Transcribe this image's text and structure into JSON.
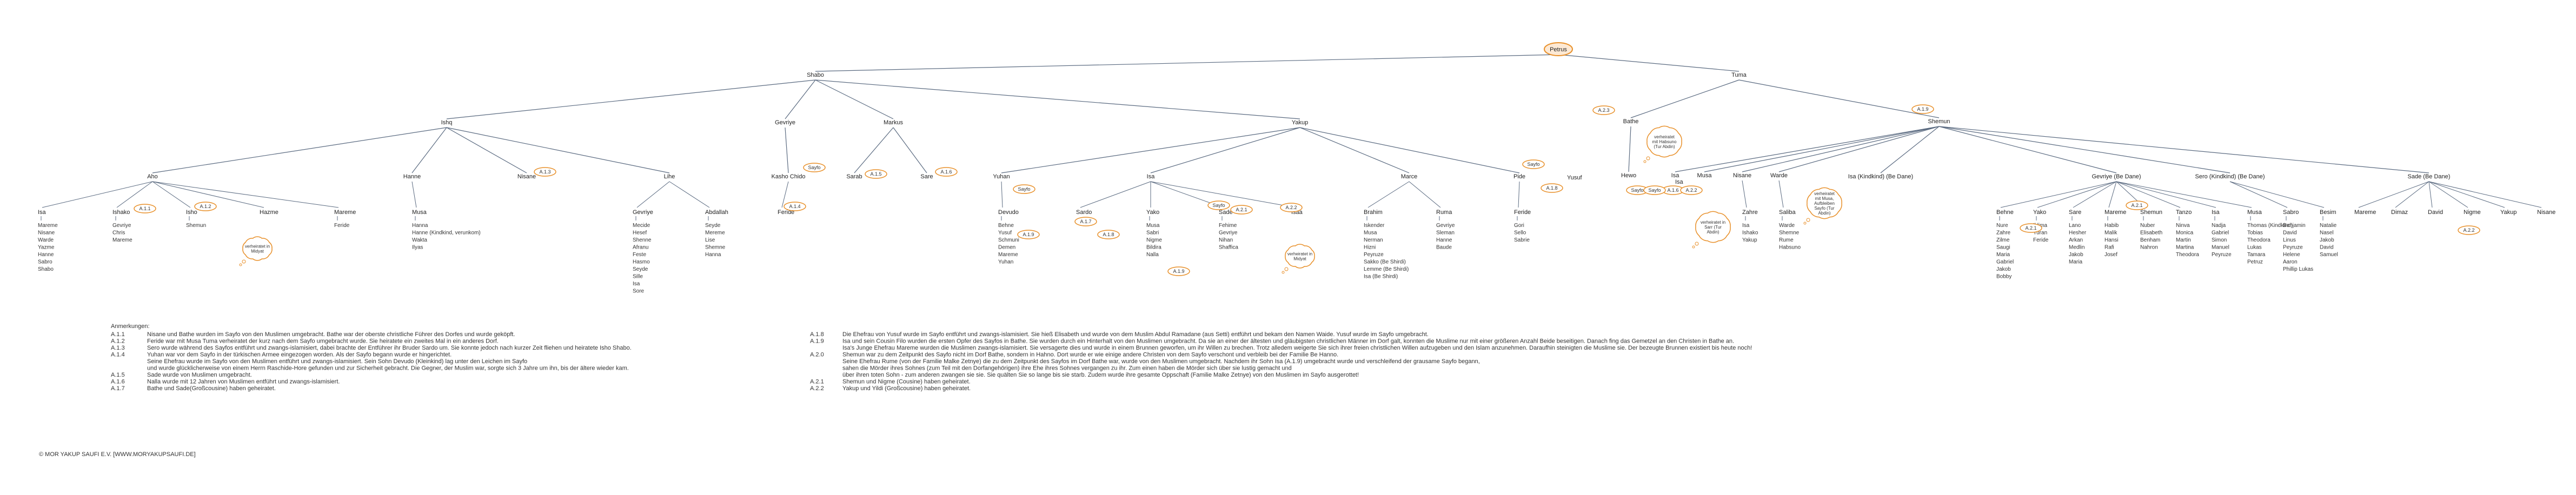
{
  "root": "Petrus",
  "nodes": [
    {
      "id": "petrus",
      "label": "Petrus",
      "oval": true
    },
    {
      "id": "shabo",
      "label": "Shabo"
    },
    {
      "id": "tuma",
      "label": "Tuma"
    },
    {
      "id": "ishq",
      "label": "Ishq"
    },
    {
      "id": "gevriye",
      "label": "Gevriye"
    },
    {
      "id": "markus",
      "label": "Markus"
    },
    {
      "id": "yakup",
      "label": "Yakup"
    },
    {
      "id": "aho",
      "label": "Aho"
    },
    {
      "id": "hanne",
      "label": "Hanne"
    },
    {
      "id": "nisane",
      "label": "Nisane"
    },
    {
      "id": "lihe",
      "label": "Lihe"
    },
    {
      "id": "kasho",
      "label": "Kasho Chido"
    },
    {
      "id": "sarab",
      "label": "Sarab"
    },
    {
      "id": "sare",
      "label": "Sare"
    },
    {
      "id": "yuhan",
      "label": "Yuhan"
    },
    {
      "id": "isa_y",
      "label": "Isa"
    },
    {
      "id": "marce",
      "label": "Marce"
    },
    {
      "id": "pide",
      "label": "Pide"
    },
    {
      "id": "bathe",
      "label": "Bathe"
    },
    {
      "id": "shemun",
      "label": "Shemun"
    },
    {
      "id": "hewo",
      "label": "Hewo"
    },
    {
      "id": "isa_b",
      "label": "Isa"
    },
    {
      "id": "musa_b",
      "label": "Musa"
    },
    {
      "id": "nisane_b",
      "label": "Nisane"
    },
    {
      "id": "wardo",
      "label": "Warde"
    },
    {
      "id": "isa_s",
      "label": "Isa (Kindkind) (Be Dane)"
    },
    {
      "id": "gevriye_s",
      "label": "Gevriye (Be Dane)"
    },
    {
      "id": "sero_s",
      "label": "Sero (Kindkind) (Be Dane)"
    },
    {
      "id": "sade_s",
      "label": "Sade (Be Dane)"
    }
  ],
  "edges": [
    [
      "petrus",
      "shabo"
    ],
    [
      "petrus",
      "tuma"
    ],
    [
      "shabo",
      "ishq"
    ],
    [
      "shabo",
      "gevriye"
    ],
    [
      "shabo",
      "markus"
    ],
    [
      "shabo",
      "yakup"
    ],
    [
      "ishq",
      "aho"
    ],
    [
      "ishq",
      "hanne"
    ],
    [
      "ishq",
      "nisane"
    ],
    [
      "ishq",
      "lihe"
    ],
    [
      "gevriye",
      "kasho"
    ],
    [
      "markus",
      "sarab"
    ],
    [
      "markus",
      "sare"
    ],
    [
      "yakup",
      "yuhan"
    ],
    [
      "yakup",
      "isa_y"
    ],
    [
      "yakup",
      "marce"
    ],
    [
      "yakup",
      "pide"
    ],
    [
      "tuma",
      "bathe"
    ],
    [
      "tuma",
      "shemun"
    ],
    [
      "bathe",
      "hewo"
    ],
    [
      "shemun",
      "isa_b"
    ],
    [
      "shemun",
      "musa_b"
    ],
    [
      "shemun",
      "nisane_b"
    ],
    [
      "shemun",
      "wardo"
    ],
    [
      "shemun",
      "isa_s"
    ],
    [
      "shemun",
      "gevriye_s"
    ],
    [
      "shemun",
      "sero_s"
    ],
    [
      "shemun",
      "sade_s"
    ]
  ],
  "leaf_groups": [
    {
      "id": "g_aho_isa",
      "label": "Isa",
      "items": [
        "Mareme",
        "Nisane",
        "Warde",
        "Yazme",
        "Hanne",
        "Sabro",
        "Shabo"
      ]
    },
    {
      "id": "g_aho_ishako",
      "label": "Ishako",
      "items": [
        "Gevriye",
        "Chris",
        "Mareme"
      ]
    },
    {
      "id": "g_aho_isho",
      "label": "Isho",
      "items": [
        "Shemun"
      ]
    },
    {
      "id": "g_aho_hazme",
      "label": "Hazme",
      "items": []
    },
    {
      "id": "g_aho_mareme",
      "label": "Mareme",
      "items": [
        "Feride"
      ]
    },
    {
      "id": "g_hanne_musa",
      "label": "Musa",
      "items": [
        "Hanna",
        "Hanne (Kindkind, verunkom)",
        "Wakta",
        "Ilyas"
      ]
    },
    {
      "id": "g_lihe_gevriye",
      "label": "Gevriye",
      "items": [
        "Mecide",
        "Hesef",
        "Shenne",
        "Afranu",
        "Feste",
        "Hasmo",
        "Seyde",
        "Sille",
        "Isa",
        "Sore"
      ]
    },
    {
      "id": "g_lihe_abdallah",
      "label": "Abdallah",
      "items": [
        "Seyde",
        "Mereme",
        "Lise",
        "Shemne",
        "Hanna"
      ]
    },
    {
      "id": "g_kasho_feride",
      "label": "Feride",
      "items": []
    },
    {
      "id": "g_yuhan_devudo",
      "label": "Devudo",
      "items": [
        "Behne",
        "Yusuf",
        "Schmuni",
        "Demen",
        "Mareme",
        "Yuhan"
      ]
    },
    {
      "id": "g_isa_sardo",
      "label": "Sardo",
      "items": []
    },
    {
      "id": "g_isa_yako",
      "label": "Yako",
      "items": [
        "Musa",
        "Sabri",
        "Nigme",
        "Bildira",
        "Nalla"
      ]
    },
    {
      "id": "g_isa_sade",
      "label": "Sade",
      "items": [
        "Fehime",
        "Gevriye",
        "Nihan",
        "Shaffica"
      ]
    },
    {
      "id": "g_isa_isaa",
      "label": "Isaa",
      "items": []
    },
    {
      "id": "g_marce_brahim",
      "label": "Brahim",
      "items": [
        "Iskender",
        "Musa",
        "Nerman",
        "Hizni",
        "Peyruze",
        "Sakko (Be Shirdi)",
        "Lemme (Be Shirdi)",
        "Isa (Be Shirdi)"
      ]
    },
    {
      "id": "g_marce_ruma",
      "label": "Ruma",
      "items": [
        "Gevriye",
        "Sleman",
        "Hanne",
        "Baude"
      ]
    },
    {
      "id": "g_pide_feride",
      "label": "Feride",
      "items": [
        "Gori",
        "Sello",
        "Sabrie"
      ]
    },
    {
      "id": "g_bathe_yusuf",
      "label": "Yusuf",
      "items": []
    },
    {
      "id": "g_isa_b",
      "label": "Isa",
      "items": []
    },
    {
      "id": "g_nisane_b",
      "label": "Zahre",
      "items": [
        "Isa",
        "Ishako",
        "Yakup"
      ]
    },
    {
      "id": "g_wardo",
      "label": "Saliba",
      "items": [
        "Warde",
        "Shemne",
        "Rume",
        "Habsuno"
      ]
    },
    {
      "id": "g_gs_behne",
      "label": "Behne",
      "items": [
        "Nure",
        "Zahre",
        "Zilme",
        "Saugi",
        "Maria",
        "Gabriel",
        "Jakob",
        "Bobby"
      ]
    },
    {
      "id": "g_gs_yako",
      "label": "Yako",
      "items": [
        "Iklima",
        "Yuran",
        "Feride"
      ]
    },
    {
      "id": "g_gs_sare",
      "label": "Sare",
      "items": [
        "Lano",
        "Hesher",
        "Arkan",
        "Medlin",
        "Jakob",
        "Maria"
      ]
    },
    {
      "id": "g_gs_mareme",
      "label": "Mareme",
      "items": [
        "Habib",
        "Malik",
        "Hansi",
        "Rafi",
        "Josef"
      ]
    },
    {
      "id": "g_gs_shemun",
      "label": "Shemun",
      "items": [
        "Nuber",
        "Elisabeth",
        "Benham",
        "Nahron"
      ]
    },
    {
      "id": "g_gs_tanzo",
      "label": "Tanzo",
      "items": [
        "Ninva",
        "Monica",
        "Martin",
        "Martina",
        "Theodora"
      ]
    },
    {
      "id": "g_gs_isa",
      "label": "Isa",
      "items": [
        "Nadja",
        "Gabriel",
        "Simon",
        "Manuel",
        "Peyruze"
      ]
    },
    {
      "id": "g_gs_musa",
      "label": "Musa",
      "items": [
        "Thomas (Kindkind)",
        "Tobias",
        "Theodora",
        "Lukas",
        "Tamara",
        "Petruz"
      ]
    },
    {
      "id": "g_gs_sabro",
      "label": "Sabro",
      "items": [
        "Benjamin",
        "David",
        "Linus",
        "Peyruze",
        "Helene",
        "Aaron",
        "Phillip Lukas"
      ]
    },
    {
      "id": "g_gs_besim",
      "label": "Besim",
      "items": [
        "Natalie",
        "Nasel",
        "Jakob",
        "David",
        "Samuel"
      ]
    },
    {
      "id": "g_sade_mareme",
      "label": "Mareme",
      "items": []
    },
    {
      "id": "g_sade_dimaz",
      "label": "Dimaz",
      "items": []
    },
    {
      "id": "g_sade_david",
      "label": "David",
      "items": []
    },
    {
      "id": "g_sade_nigme",
      "label": "Nigme",
      "items": []
    },
    {
      "id": "g_sade_yakup",
      "label": "Yakup",
      "items": []
    },
    {
      "id": "g_sade_nisane",
      "label": "Nisane",
      "items": []
    }
  ],
  "ovals": [
    {
      "id": "o1",
      "label": "A.1.1"
    },
    {
      "id": "o2",
      "label": "A.1.2"
    },
    {
      "id": "o3",
      "label": "A.1.3"
    },
    {
      "id": "o4",
      "label": "A.1.4"
    },
    {
      "id": "o5",
      "label": "Sayfo"
    },
    {
      "id": "o6",
      "label": "A.1.5"
    },
    {
      "id": "o7",
      "label": "A.1.6"
    },
    {
      "id": "o8",
      "label": "Sayfo"
    },
    {
      "id": "o9",
      "label": "A.1.7"
    },
    {
      "id": "o10",
      "label": "A.1.8"
    },
    {
      "id": "o11",
      "label": "A.1.9"
    },
    {
      "id": "o12",
      "label": "A.2.1"
    },
    {
      "id": "o13",
      "label": "Sayfo"
    },
    {
      "id": "o14",
      "label": "A.1.9"
    },
    {
      "id": "o15",
      "label": "A.2.2"
    },
    {
      "id": "o16",
      "label": "A.2.3"
    },
    {
      "id": "o17",
      "label": "Sayfo"
    },
    {
      "id": "o18",
      "label": "Sayfo"
    },
    {
      "id": "o19",
      "label": "A.1.8"
    },
    {
      "id": "o20",
      "label": "A.1.6"
    },
    {
      "id": "o21",
      "label": "Sayfo"
    },
    {
      "id": "o22",
      "label": "A.2.2"
    },
    {
      "id": "o23",
      "label": "A.1.9"
    },
    {
      "id": "o24",
      "label": "A.2.1"
    },
    {
      "id": "o25",
      "label": "A.2.1"
    },
    {
      "id": "o26",
      "label": "A.2.2"
    }
  ],
  "clouds": [
    {
      "id": "c1",
      "text": "verheiratet in Midyat"
    },
    {
      "id": "c2",
      "text": "verheiratet in Midyat"
    },
    {
      "id": "c3",
      "text": "verheiratet mit Habsuno (Tur Abdin)"
    },
    {
      "id": "c4",
      "text": "verheiratet in Sarr (Tur Abdin)"
    },
    {
      "id": "c5",
      "text": "verheiratet mit Musa, Aufbleiben Sayfo (Tur Abdin)"
    }
  ],
  "notes_title": "Anmerkungen:",
  "notes_left": [
    {
      "code": "A.1.1",
      "text": "Nisane und Bathe wurden im Sayfo von den Muslimen umgebracht. Bathe war der oberste christliche Führer des Dorfes und wurde geköpft."
    },
    {
      "code": "A.1.2",
      "text": "Feride war mit Musa Tuma verheiratet der kurz nach dem Sayfo umgebracht wurde. Sie heiratete ein zweites Mal in ein anderes Dorf."
    },
    {
      "code": "A.1.3",
      "text": "Sero wurde während des Sayfos entführt und zwangs-islamisiert, dabei brachte der Entführer ihr Bruder Sardo um. Sie konnte jedoch nach kurzer Zeit fliehen und heiratete Isho Shabo."
    },
    {
      "code": "A.1.4",
      "text": "Yuhan war vor dem Sayfo in der türkischen Armee eingezogen worden. Als der Sayfo begann wurde er hingerichtet."
    },
    {
      "code": "",
      "text": "Seine Ehefrau wurde im Sayfo von den Muslimen entführt und zwangs-islamisiert. Sein Sohn Devudo (Kleinkind) lag unter den Leichen im Sayfo"
    },
    {
      "code": "",
      "text": "und wurde glücklicherweise von einem Herrn Raschide-Hore gefunden und zur Sicherheit gebracht. Die Gegner, der Muslim war, sorgte sich 3 Jahre um ihn, bis der ältere wieder kam."
    },
    {
      "code": "A.1.5",
      "text": "Sade wurde von Muslimen umgebracht."
    },
    {
      "code": "A.1.6",
      "text": "Nalla wurde mit 12 Jahren von Muslimen entführt und zwangs-islamisiert."
    },
    {
      "code": "A.1.7",
      "text": "Bathe und Sade(Großcousine) haben geheiratet."
    }
  ],
  "notes_right": [
    {
      "code": "A.1.8",
      "text": "Die Ehefrau von Yusuf wurde im Sayfo entführt und zwangs-islamisiert. Sie hieß Elisabeth und wurde von dem Muslim Abdul Ramadane (aus Setti) entführt und bekam den Namen Waide. Yusuf wurde im Sayfo umgebracht."
    },
    {
      "code": "A.1.9",
      "text": "Isa und sein Cousin Filo wurden die ersten Opfer des Sayfos in Bathe. Sie wurden durch ein Hinterhalt von den Muslimen umgebracht. Da sie an einer der ältesten und gläubigsten christlichen Männer im Dorf galt, konnten die Muslime nur mit einer größeren Anzahl Beide beseitigen. Danach fing das Gemetzel an den Christen in Bathe an."
    },
    {
      "code": "",
      "text": "Isa's Junge Ehefrau Mareme wurden die Muslimen zwangs-islamisiert. Sie versagerte dies und wurde in einem Brunnen geworfen, um ihr Willen zu brechen. Trotz alledem weigerte Sie sich ihrer freien christlichen Willen aufzugeben und den Islam anzunehmen. Daraufhin steinigten die Muslime sie. Der bezeugte Brunnen existiert bis heute noch!"
    },
    {
      "code": "A.2.0",
      "text": "Shemun war zu dem Zeitpunkt des Sayfo nicht im Dorf Bathe, sondern in Hahno. Dort wurde er wie einige andere Christen von dem Sayfo verschont und verbleib bei der Familie Be Hanno."
    },
    {
      "code": "",
      "text": "Seine Ehefrau Rume (von der Familie Malke Zetnye) die zu dem Zeitpunkt des Sayfos im Dorf Bathe war, wurde von den Muslimen umgebracht. Nachdem ihr Sohn Isa (A.1.9) umgebracht wurde und verschleifend der grausame Sayfo begann,"
    },
    {
      "code": "",
      "text": "sahen die Mörder ihres Sohnes (zum Teil mit den Dorfangehörigen) ihre Ehe ihres Sohnes vergangen zu ihr. Zum einen haben die Mörder sich über sie lustig gemacht und"
    },
    {
      "code": "",
      "text": "über ihren toten Sohn - zum anderen zwangen sie sie. Sie quälten Sie so lange bis sie starb. Zudem wurde ihre gesamte Oppschaft (Familie Malke Zetnye) von den Muslimen im Sayfo ausgerottet!"
    },
    {
      "code": "A.2.1",
      "text": "Shemun und Nigme (Cousine) haben geheiratet."
    },
    {
      "code": "A.2.2",
      "text": "Yakup und Yildi (Großcousine) haben geheiratet."
    }
  ],
  "footer": "© MOR YAKUP SAUFI E.V. [WWW.MORYAKUPSAUFI.DE]",
  "colors": {
    "line": "#5a6a80",
    "oval_stroke": "#e8902a",
    "cloud_stroke": "#e8902a",
    "text": "#222222",
    "root_fill": "#fde9d4"
  }
}
